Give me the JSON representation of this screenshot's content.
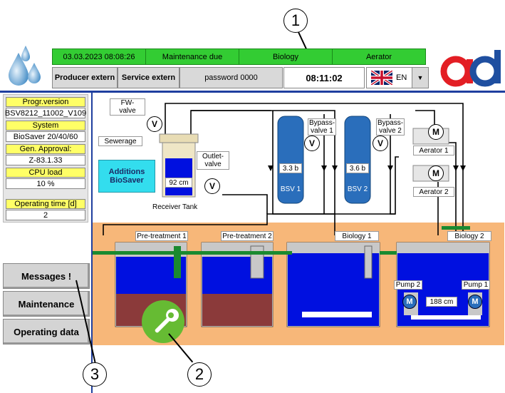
{
  "callouts": {
    "c1": "1",
    "c2": "2",
    "c3": "3"
  },
  "status": {
    "date": "03.03.2023 08:08:26",
    "maintenance": "Maintenance due",
    "biology": "Biology",
    "aerator": "Aerator"
  },
  "toolbar": {
    "producer": "Producer extern",
    "service": "Service extern",
    "password": "password 0000",
    "time": "08:11:02",
    "lang": "EN"
  },
  "side": {
    "progr_hdr": "Progr.version",
    "progr_val": "BSV8212_11002_V109",
    "system_hdr": "System",
    "system_val": "BioSaver 20/40/60",
    "approval_hdr": "Gen. Approval:",
    "approval_val": "Z-83.1.33",
    "cpu_hdr": "CPU load",
    "cpu_val": "10 %",
    "optime_hdr": "Operating time [d]",
    "optime_val": "2"
  },
  "buttons": {
    "messages": "Messages !",
    "maintenance": "Maintenance",
    "opdata": "Operating data"
  },
  "diagram": {
    "fw_valve": "FW-\nvalve",
    "sewerage": "Sewerage",
    "additions": "Additions\nBioSaver",
    "outlet_valve": "Outlet-\nvalve",
    "receiver_level": "92 cm",
    "receiver_tank": "Receiver Tank",
    "bsv1_pressure": "3.3 b",
    "bsv1": "BSV 1",
    "bsv2_pressure": "3.6 b",
    "bsv2": "BSV 2",
    "bypass1": "Bypass-\nvalve 1",
    "bypass2": "Bypass-\nvalve 2",
    "aerator1": "Aerator 1",
    "aerator2": "Aerator 2",
    "pre1": "Pre-treatment 1",
    "pre2": "Pre-treatment 2",
    "bio1": "Biology 1",
    "bio2": "Biology 2",
    "pump2": "Pump 2",
    "pump1": "Pump 1",
    "bio2_level": "188 cm",
    "v": "V",
    "m": "M"
  }
}
